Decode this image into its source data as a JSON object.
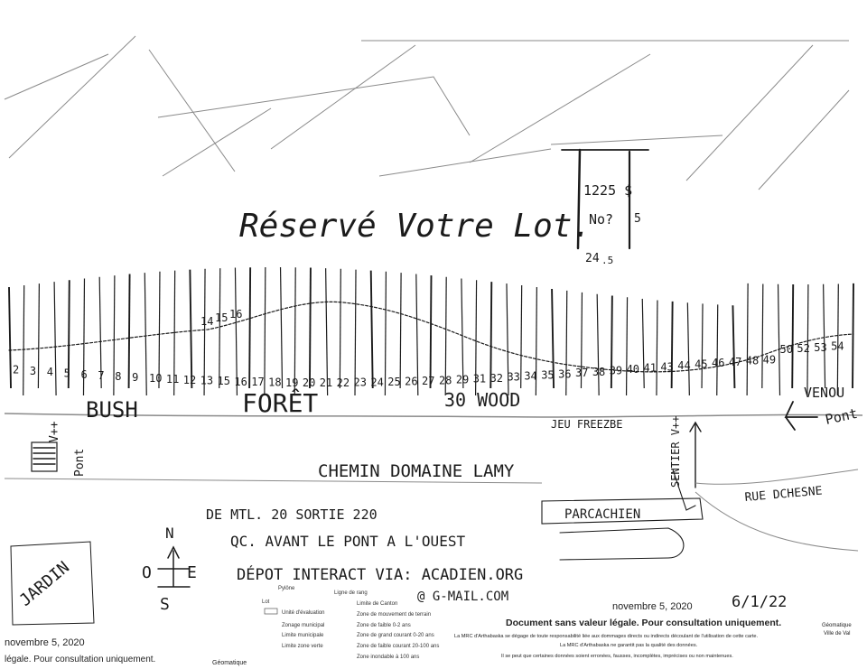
{
  "title": "Réservé Votre Lot.",
  "reserved_lot": {
    "price": "1225 $",
    "no_text": "No?",
    "number": "24",
    "side_mark": "5"
  },
  "bush": "BUSH",
  "foret": "FORÊT",
  "wood": "30 WOOD",
  "jeu": "JEU FREEZBE",
  "chemin": "CHEMIN DOMAINE LAMY",
  "parc": "PARCACHIEN",
  "sentier": "SENTIER V++",
  "rue": "RUE DCHESNE",
  "venou": "VENOU",
  "pont_right": "Pont",
  "vtt_left": "V++",
  "pont_left": "Pont",
  "jardin": "JARDIN",
  "compass": {
    "n": "N",
    "o": "O",
    "e": "E",
    "s": "S"
  },
  "directions": [
    "DE MTL. 20 SORTIE 220",
    "QC. AVANT LE PONT A L'OUEST",
    "DÉPOT INTERACT VIA: ACADIEN.ORG",
    "@ G-MAIL.COM"
  ],
  "date_hand": "6/1/22",
  "lots_lower": [
    "2",
    "3",
    "4",
    "5",
    "6",
    "7",
    "8",
    "9",
    "10",
    "11",
    "12",
    "13",
    "15",
    "16",
    "17",
    "18",
    "19",
    "20",
    "21",
    "22",
    "23",
    "24",
    "25",
    "26",
    "27",
    "28",
    "29",
    "31",
    "32",
    "33",
    "34",
    "35",
    "36",
    "37",
    "38",
    "39",
    "40",
    "41",
    "43",
    "44",
    "45",
    "46",
    "47",
    "48",
    "49",
    "50",
    "52",
    "53",
    "54"
  ],
  "lots_upper": [
    "14",
    "15",
    "16"
  ],
  "legend": {
    "col1": [
      "Pylône",
      "Lot",
      "Unité d'évaluation",
      "Zonage municipal",
      "Limite municipale",
      "Limite zone verte"
    ],
    "col2": [
      "Ligne de rang",
      "Limite de Canton",
      "Zone de mouvement de terrain",
      "Zone de faible 0-2 ans",
      "Zone de grand courant 0-20 ans",
      "Zone de faible courant 20-100 ans",
      "Zone inondable à 100 ans"
    ]
  },
  "footer": {
    "date_left": "novembre 5, 2020",
    "legal_left": "légale. Pour consultation uniquement.",
    "geomatique_left": "Géomatique",
    "date_right": "novembre 5, 2020",
    "legal_right": "Document sans valeur légale. Pour consultation uniquement.",
    "disclaimer1": "La MRC d'Arthabaska se dégage de toute responsabilité liée aux dommages directs ou indirects découlant de l'utilisation de cette carte.",
    "disclaimer2": "La MRC d'Arthabaska ne garantit pas la qualité des données.",
    "disclaimer3": "Il se peut que certaines données soient erronées, fausses, incomplètes, imprécises ou non maintenues.",
    "geomatique_right": "Géomatique",
    "ville": "Ville de Val"
  }
}
